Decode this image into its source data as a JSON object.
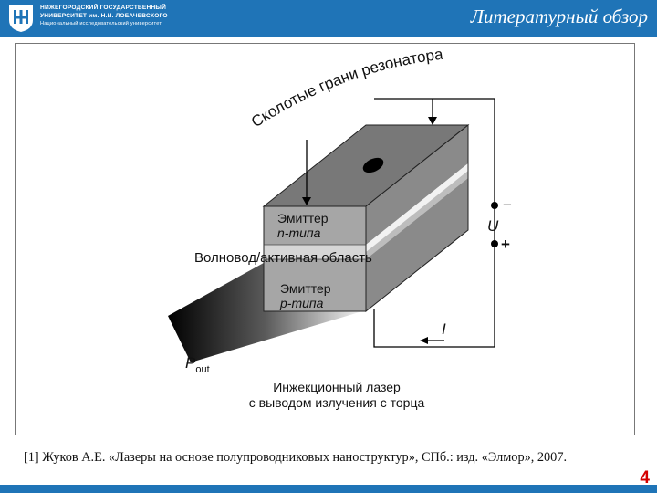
{
  "header": {
    "university_line1": "НИЖЕГОРОДСКИЙ ГОСУДАРСТВЕННЫЙ",
    "university_line2": "УНИВЕРСИТЕТ им. Н.И. ЛОБАЧЕВСКОГО",
    "university_line3": "Национальный исследовательский университет",
    "slide_title": "Литературный обзор"
  },
  "diagram": {
    "facets_label": "Сколотые грани резонатора",
    "emitter_n_line1": "Эмиттер",
    "emitter_n_line2": "n-типа",
    "waveguide_label": "Волновод/активная область",
    "emitter_p_line1": "Эмиттер",
    "emitter_p_line2": "p-типа",
    "minus": "−",
    "voltage": "U",
    "plus": "+",
    "current": "I",
    "power_main": "P",
    "power_sub": "out",
    "caption_line1": "Инжекционный лазер",
    "caption_line2": "с выводом излучения с торца"
  },
  "citation": "[1] Жуков А.Е. «Лазеры на основе полупроводниковых наноструктур», СПб.: изд. «Элмор», 2007.",
  "page_number": "4",
  "colors": {
    "header_blue": "#1f74b7",
    "page_number_red": "#d40000"
  }
}
